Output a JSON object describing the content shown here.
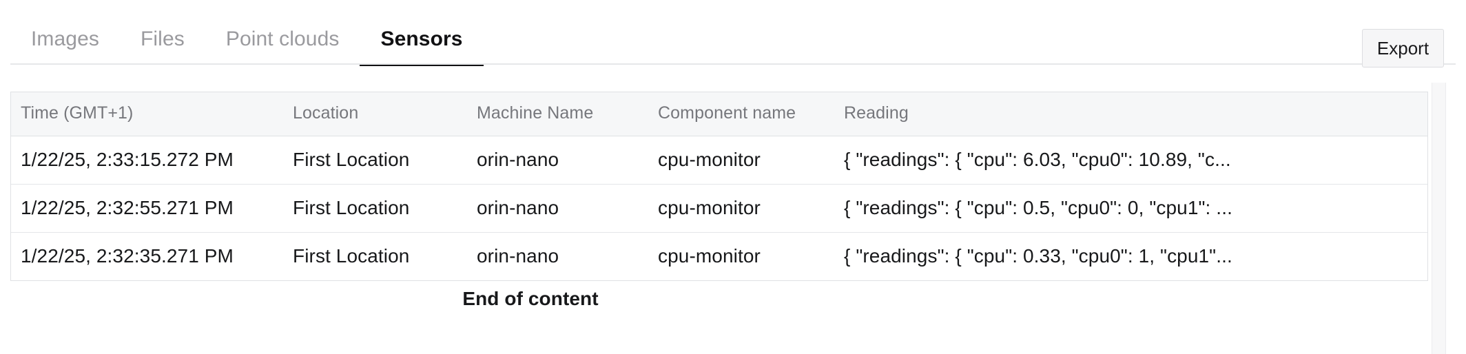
{
  "tabs": [
    {
      "label": "Images",
      "active": false
    },
    {
      "label": "Files",
      "active": false
    },
    {
      "label": "Point clouds",
      "active": false
    },
    {
      "label": "Sensors",
      "active": true
    }
  ],
  "toolbar": {
    "export_label": "Export"
  },
  "table": {
    "columns": [
      "Time (GMT+1)",
      "Location",
      "Machine Name",
      "Component name",
      "Reading"
    ],
    "rows": [
      {
        "time": "1/22/25, 2:33:15.272 PM",
        "location": "First Location",
        "machine_name": "orin-nano",
        "component_name": "cpu-monitor",
        "reading": "{ \"readings\": { \"cpu\": 6.03, \"cpu0\": 10.89, \"c..."
      },
      {
        "time": "1/22/25, 2:32:55.271 PM",
        "location": "First Location",
        "machine_name": "orin-nano",
        "component_name": "cpu-monitor",
        "reading": "{ \"readings\": { \"cpu\": 0.5, \"cpu0\": 0, \"cpu1\": ..."
      },
      {
        "time": "1/22/25, 2:32:35.271 PM",
        "location": "First Location",
        "machine_name": "orin-nano",
        "component_name": "cpu-monitor",
        "reading": "{ \"readings\": { \"cpu\": 0.33, \"cpu0\": 1, \"cpu1\"..."
      }
    ]
  },
  "footer": {
    "end_of_content": "End of content"
  },
  "colors": {
    "text_primary": "#17181a",
    "text_muted": "#76777c",
    "tab_inactive": "#9a9a9e",
    "accent_underline": "#111113",
    "header_bg": "#f6f7f8",
    "border": "#dfe1e4",
    "button_bg": "#f6f6f7",
    "scrollbar_track": "#f7f7f8"
  }
}
